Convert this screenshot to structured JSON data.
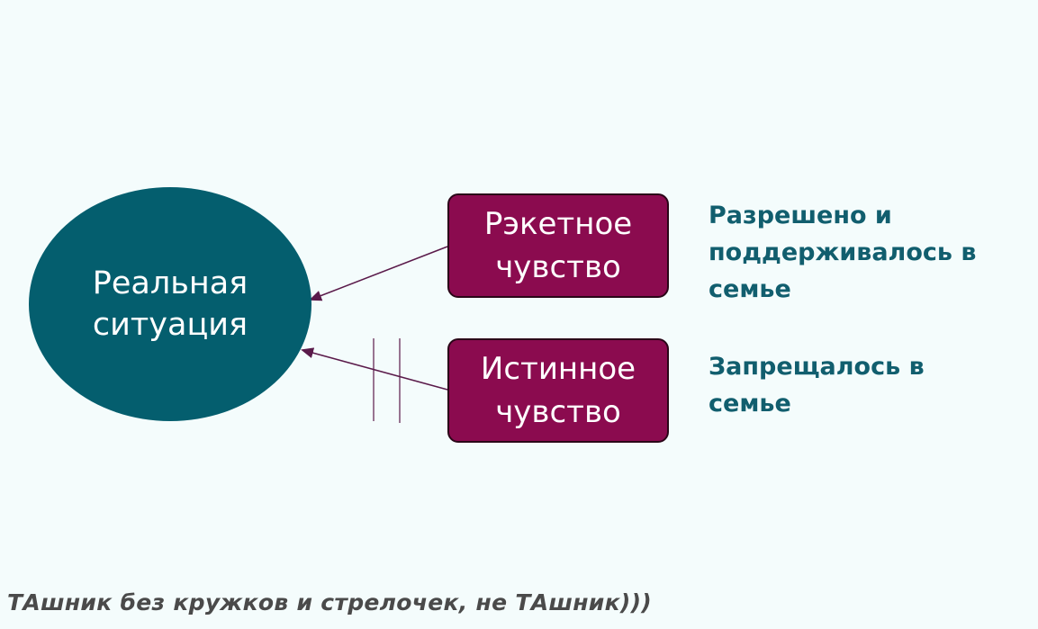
{
  "diagram": {
    "central_node": {
      "label": "Реальная ситуация"
    },
    "nodes": [
      {
        "id": "racket",
        "label": "Рэкетное чувство",
        "note": "Разрешено и поддерживалось в семье"
      },
      {
        "id": "true",
        "label": "Истинное чувство",
        "note": "Запрещалось в семье"
      }
    ]
  },
  "caption": "ТАшник без кружков и стрелочек, не ТАшник)))",
  "colors": {
    "background": "#f4fcfc",
    "central_node": "#045e6e",
    "feeling_box": "#8b0b4f",
    "note_text": "#115e6e",
    "arrow": "#5a1a4a",
    "caption_text": "#4a4a4a"
  }
}
